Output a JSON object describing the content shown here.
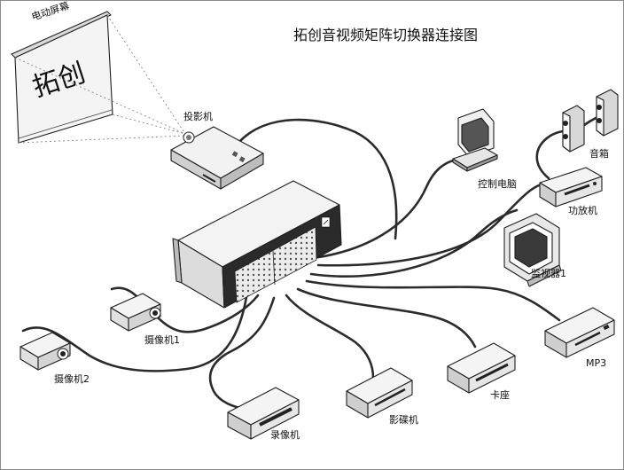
{
  "diagram": {
    "title": "拓创音视频矩阵切换器连接图",
    "screen": {
      "label": "电动屏幕",
      "text": "拓创"
    },
    "devices": {
      "projector": "投影机",
      "pc": "控制电脑",
      "speakers": "音箱",
      "amplifier": "功放机",
      "monitor": "监视器1",
      "mp3": "MP3",
      "cassette": "卡座",
      "dvd": "影碟机",
      "vcr": "录像机",
      "camera1": "摄像机1",
      "camera2": "摄像机2"
    },
    "icons": [
      "screen-icon",
      "projector-icon",
      "pc-icon",
      "speaker-icon",
      "amplifier-icon",
      "monitor-icon",
      "mp3-player-icon",
      "cassette-deck-icon",
      "dvd-player-icon",
      "vcr-icon",
      "camera-icon",
      "matrix-switcher-icon"
    ]
  }
}
